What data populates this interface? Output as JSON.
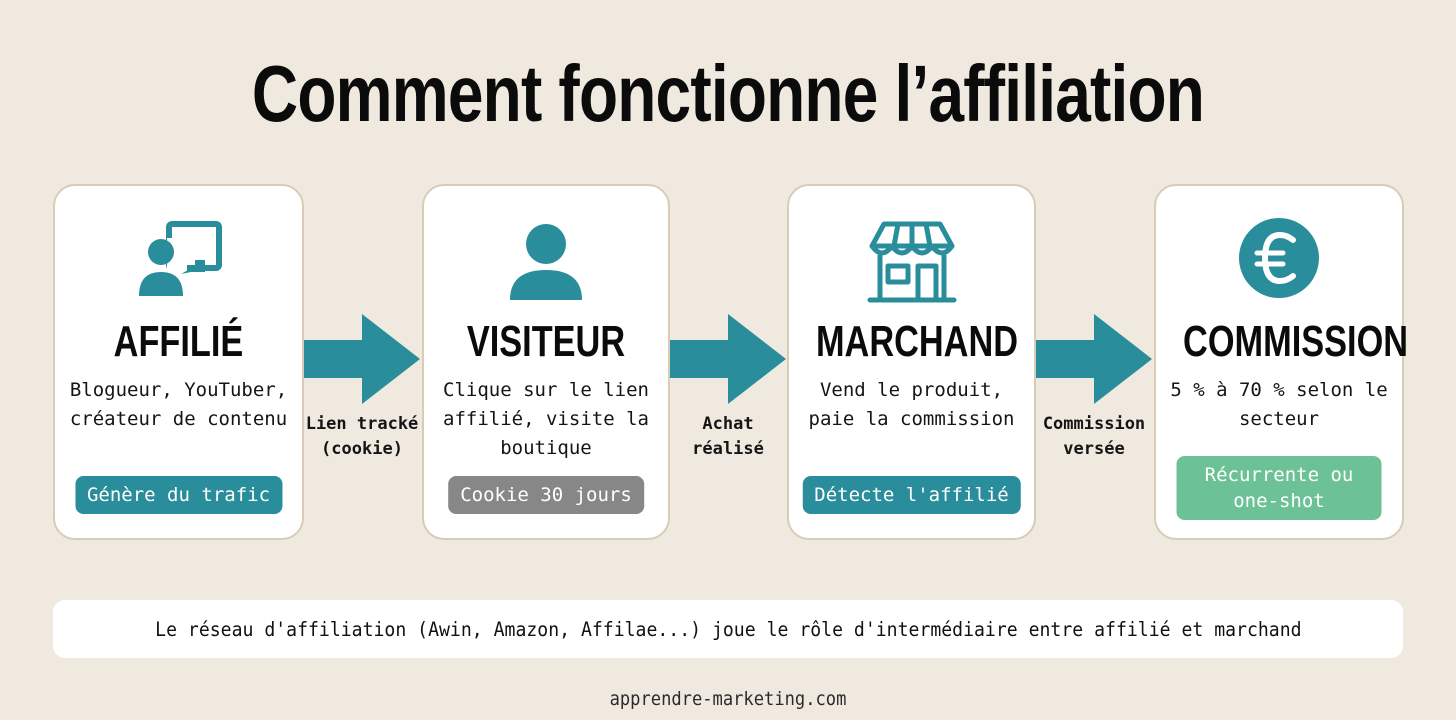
{
  "title": "Comment fonctionne l’affiliation",
  "colors": {
    "background": "#efe9df",
    "teal": "#2a8d9c",
    "gray_badge": "#878787",
    "green_badge": "#6dc197",
    "card_border": "#d8ccb6"
  },
  "steps": [
    {
      "icon": "presenter-board-icon",
      "heading": "AFFILIÉ",
      "description": "Blogueur, YouTuber, créateur de contenu",
      "badge": "Génère du trafic",
      "badge_style": "teal"
    },
    {
      "icon": "user-icon",
      "heading": "VISITEUR",
      "description": "Clique sur le lien affilié, visite la boutique",
      "badge": "Cookie 30 jours",
      "badge_style": "gray"
    },
    {
      "icon": "storefront-icon",
      "heading": "MARCHAND",
      "description": "Vend le produit, paie la commission",
      "badge": "Détecte l'affilié",
      "badge_style": "teal"
    },
    {
      "icon": "euro-coin-icon",
      "heading": "COMMISSION",
      "description": "5 % à 70 % selon le secteur",
      "badge": "Récurrente ou one-shot",
      "badge_style": "green"
    }
  ],
  "arrows": [
    {
      "label_line1": "Lien tracké",
      "label_line2": "(cookie)"
    },
    {
      "label_line1": "Achat",
      "label_line2": "réalisé"
    },
    {
      "label_line1": "Commission",
      "label_line2": "versée"
    }
  ],
  "footer_note": "Le réseau d'affiliation (Awin, Amazon, Affilae...) joue le rôle d'intermédiaire entre affilié et marchand",
  "source": "apprendre-marketing.com"
}
